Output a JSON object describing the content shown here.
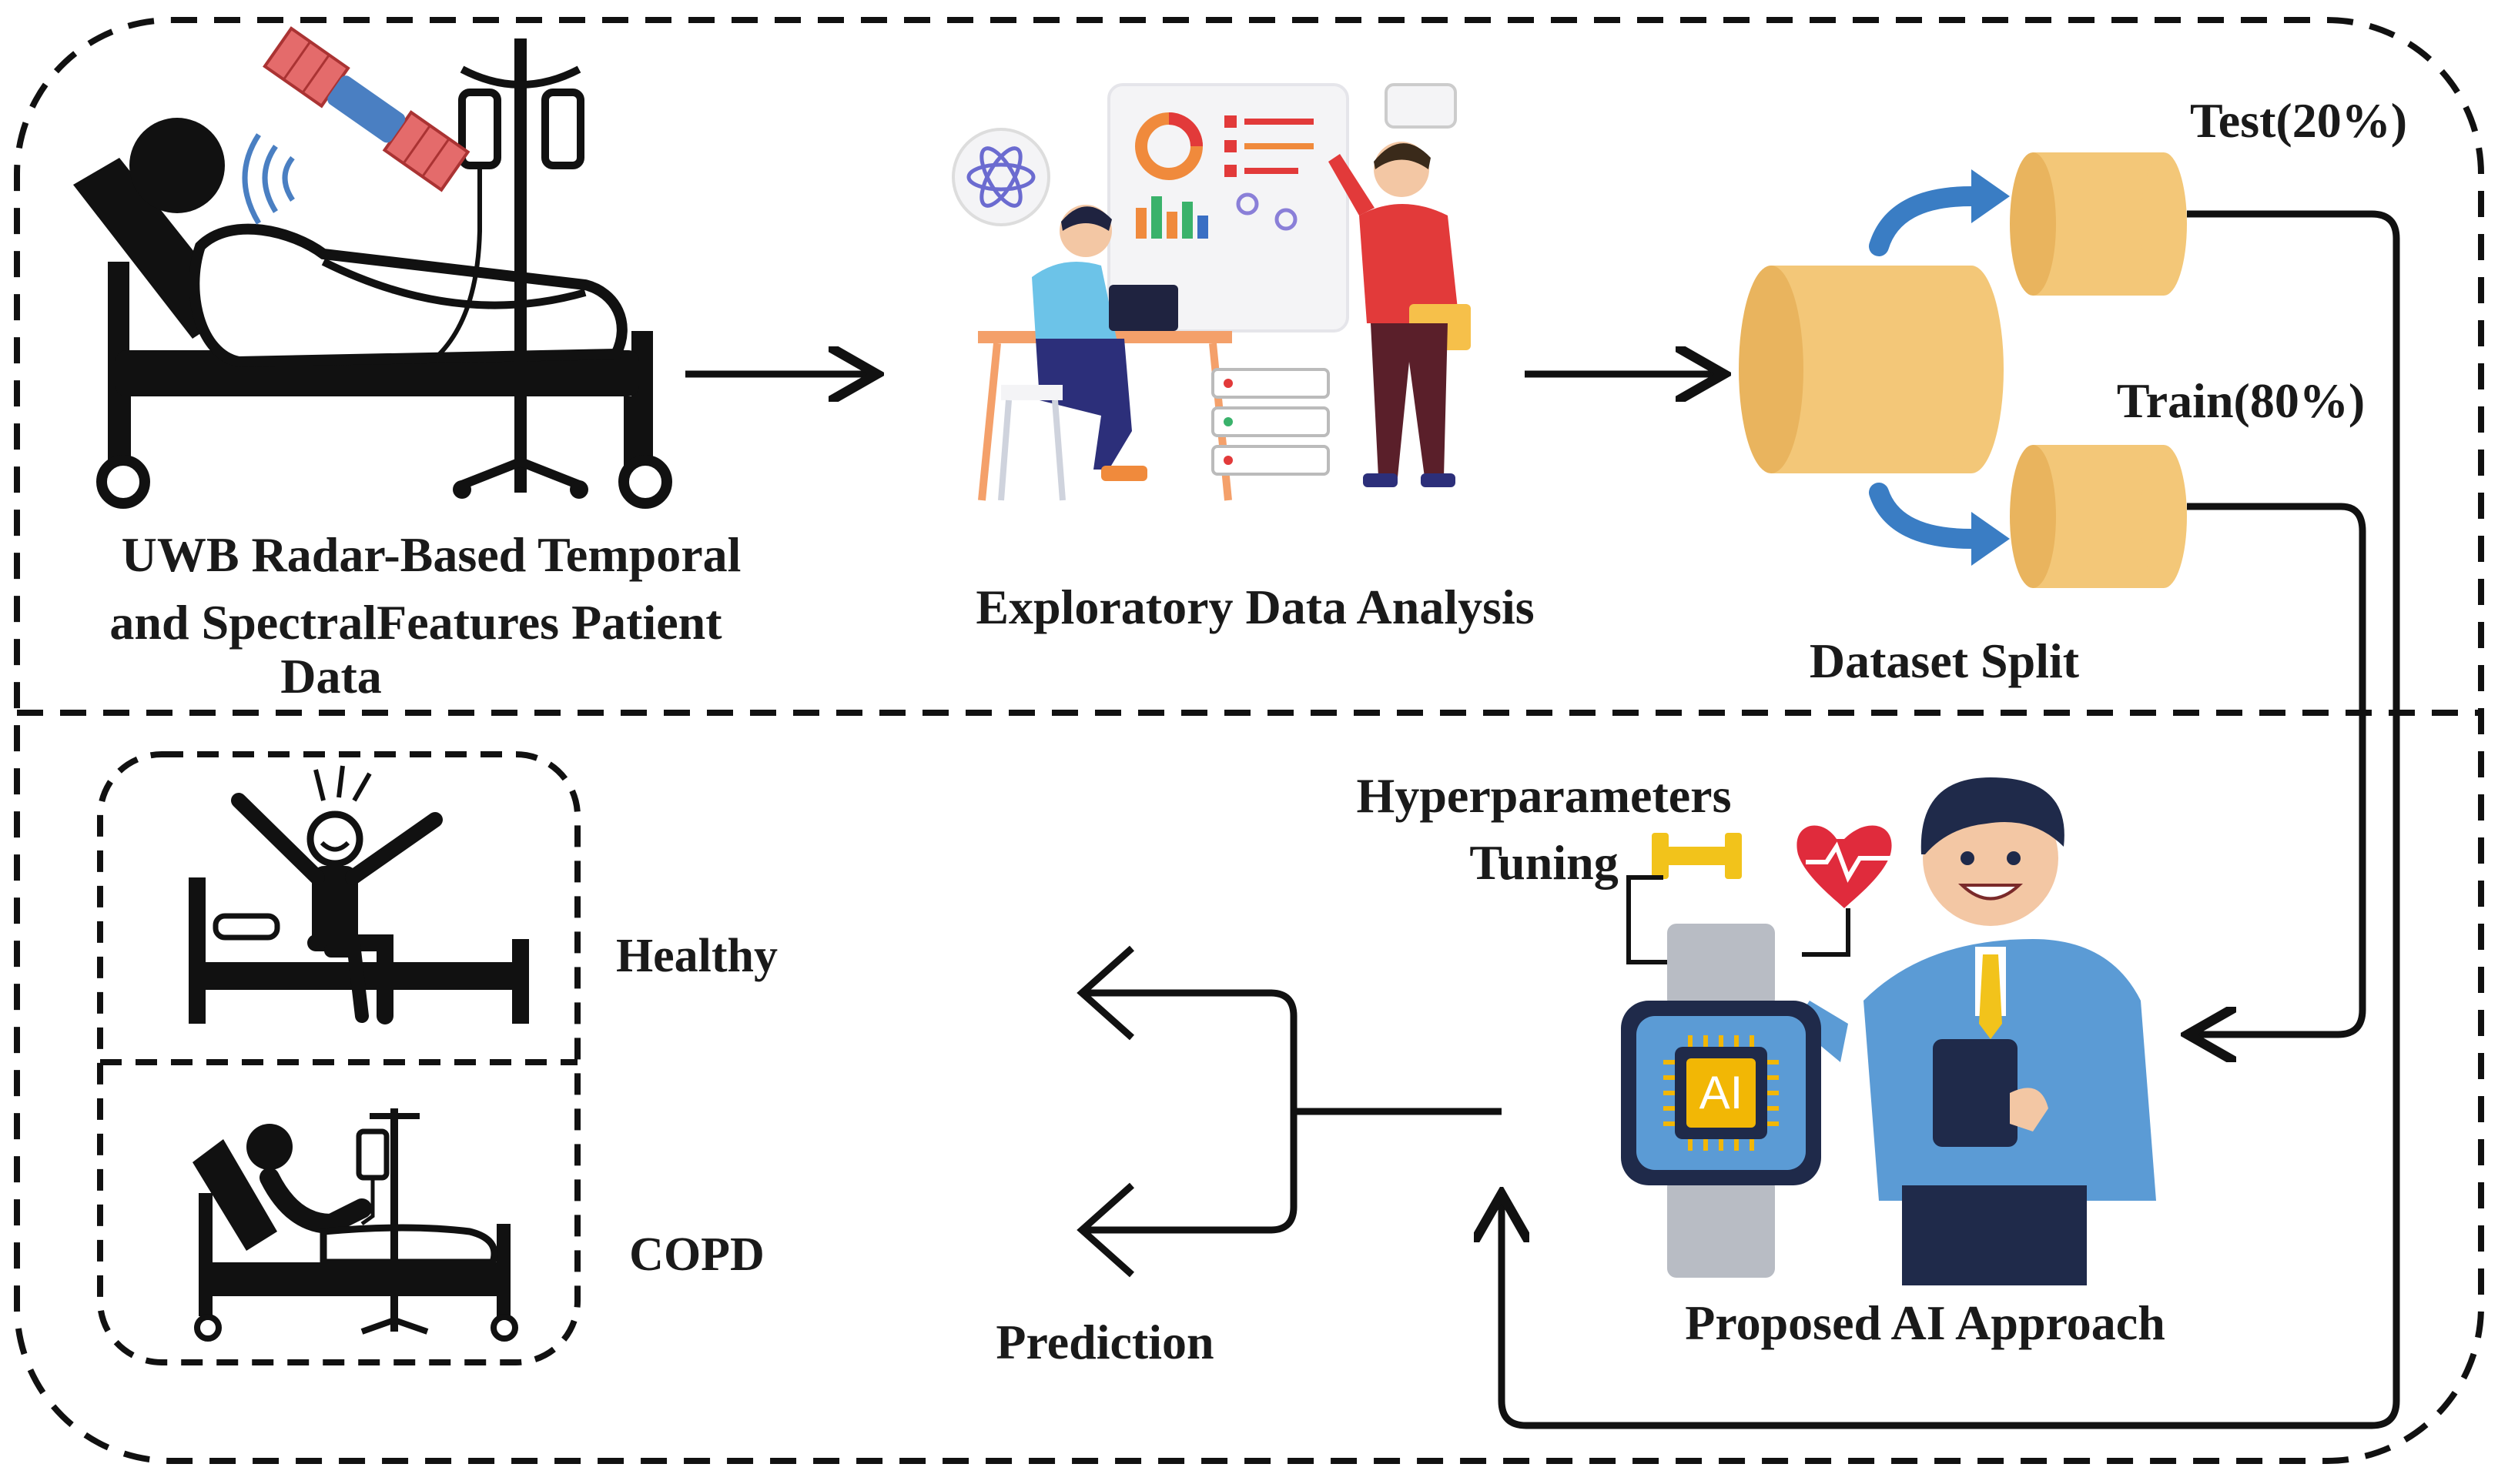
{
  "stages": {
    "patient_data": {
      "line1": "UWB Radar-Based Temporal",
      "line2": "and SpectralFeatures Patient",
      "line3": "Data"
    },
    "eda": {
      "label": "Exploratory Data Analysis"
    },
    "dataset_split": {
      "label": "Dataset Split",
      "test_label": "Test(20%)",
      "train_label": "Train(80%)"
    },
    "ai_approach": {
      "label": "Proposed AI Approach",
      "tuning_line1": "Hyperparameters",
      "tuning_line2": "Tuning",
      "chip_text": "AI"
    },
    "prediction": {
      "label": "Prediction"
    },
    "outcomes": {
      "healthy": "Healthy",
      "copd": "COPD"
    }
  },
  "colors": {
    "cylinder_fill": "#f3c778",
    "cylinder_top": "#e9b45e",
    "split_arrow": "#3a7dc4",
    "shirt": "#5b9bd5",
    "heart": "#e02b3c",
    "chip": "#f2b705"
  },
  "icons": [
    "patient-bed-icon",
    "satellite-icon",
    "iv-drip-icon",
    "data-scientists-icon",
    "database-icon",
    "smartwatch-icon",
    "ai-chip-icon",
    "heart-rate-icon",
    "dumbbell-icon",
    "healthy-person-icon",
    "copd-patient-icon"
  ]
}
